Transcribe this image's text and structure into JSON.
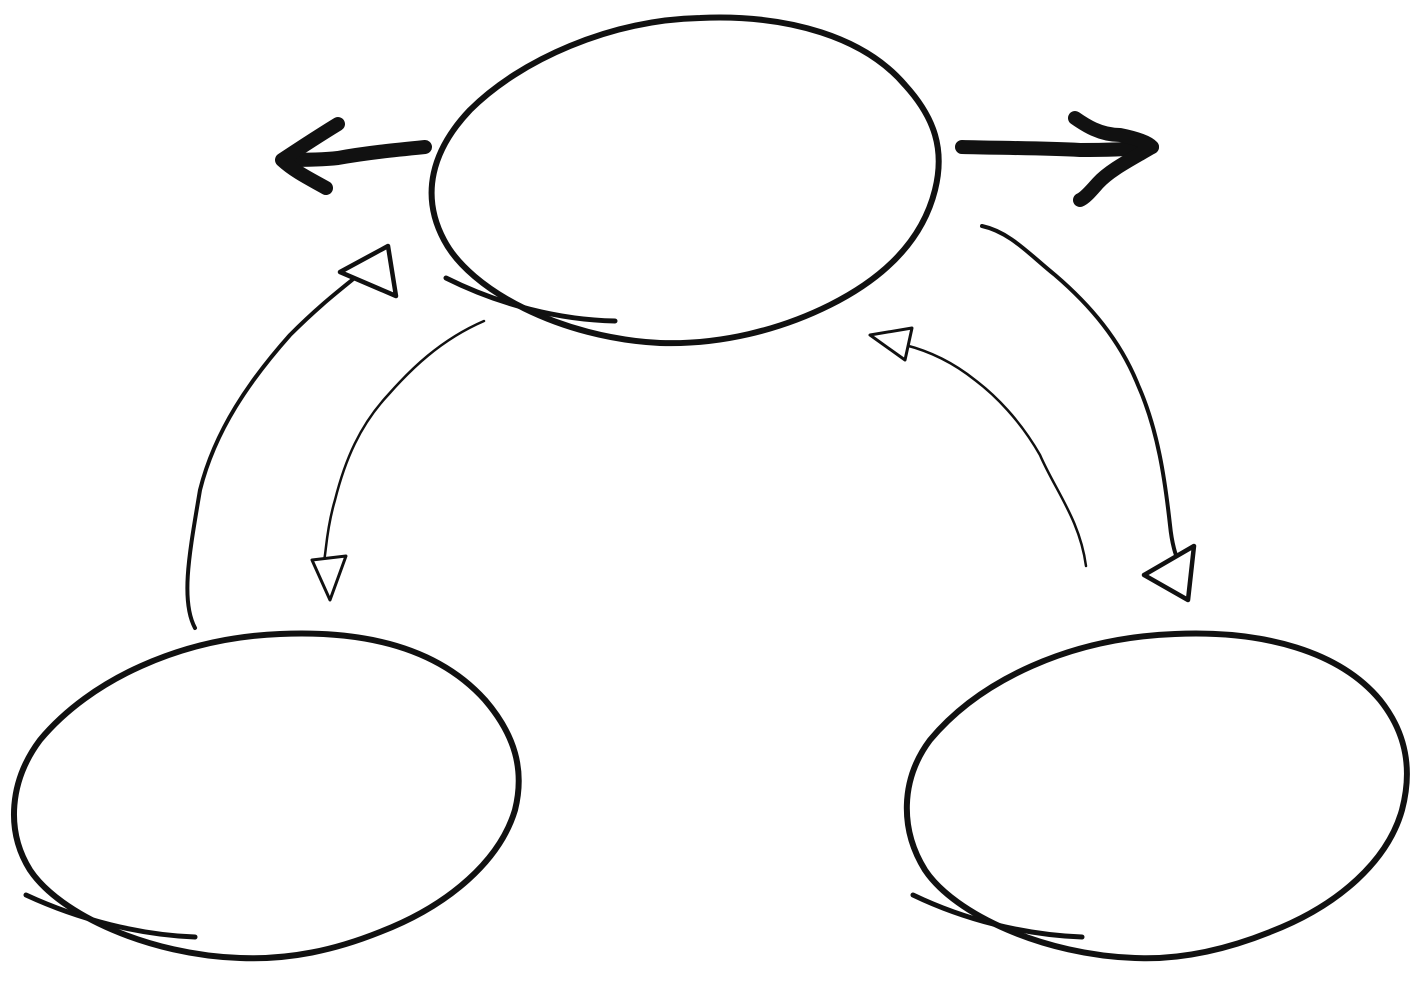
{
  "diagram": {
    "type": "hand-drawn cycle diagram",
    "colors": {
      "background": "#ffffff",
      "ink": "#111111"
    },
    "nodes": [
      {
        "id": "node-top",
        "label": ""
      },
      {
        "id": "node-bottom-left",
        "label": ""
      },
      {
        "id": "node-bottom-right",
        "label": ""
      }
    ],
    "arrows": [
      {
        "id": "outward-left",
        "direction": "left",
        "style": "bold"
      },
      {
        "id": "outward-right",
        "direction": "right",
        "style": "bold"
      },
      {
        "from": "node-top",
        "to": "node-bottom-left",
        "style": "thin open head"
      },
      {
        "from": "node-bottom-left",
        "to": "node-top",
        "style": "medium open head"
      },
      {
        "from": "node-top",
        "to": "node-bottom-right",
        "style": "medium open head"
      },
      {
        "from": "node-bottom-right",
        "to": "node-top",
        "style": "thin open head"
      }
    ]
  }
}
